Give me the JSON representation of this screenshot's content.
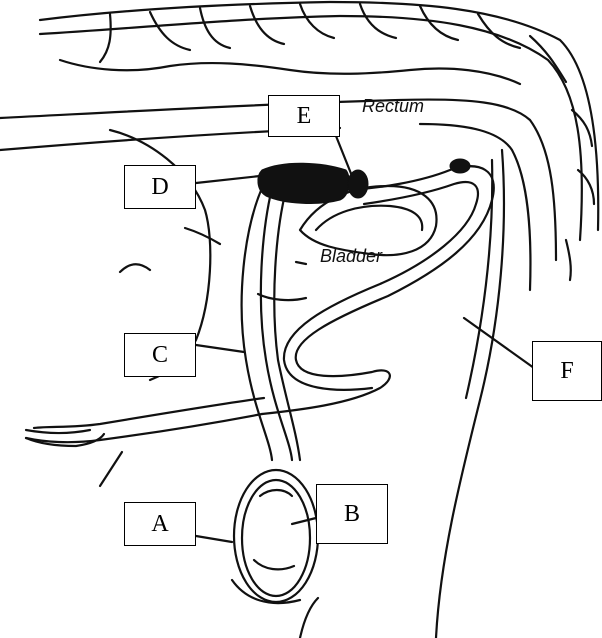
{
  "labels": {
    "a": "A",
    "b": "B",
    "c": "C",
    "d": "D",
    "e": "E",
    "f": "F"
  },
  "organs": {
    "rectum": "Rectum",
    "bladder": "Bladder"
  },
  "colors": {
    "ink": "#111111",
    "background": "#ffffff",
    "box_border": "#000000"
  }
}
